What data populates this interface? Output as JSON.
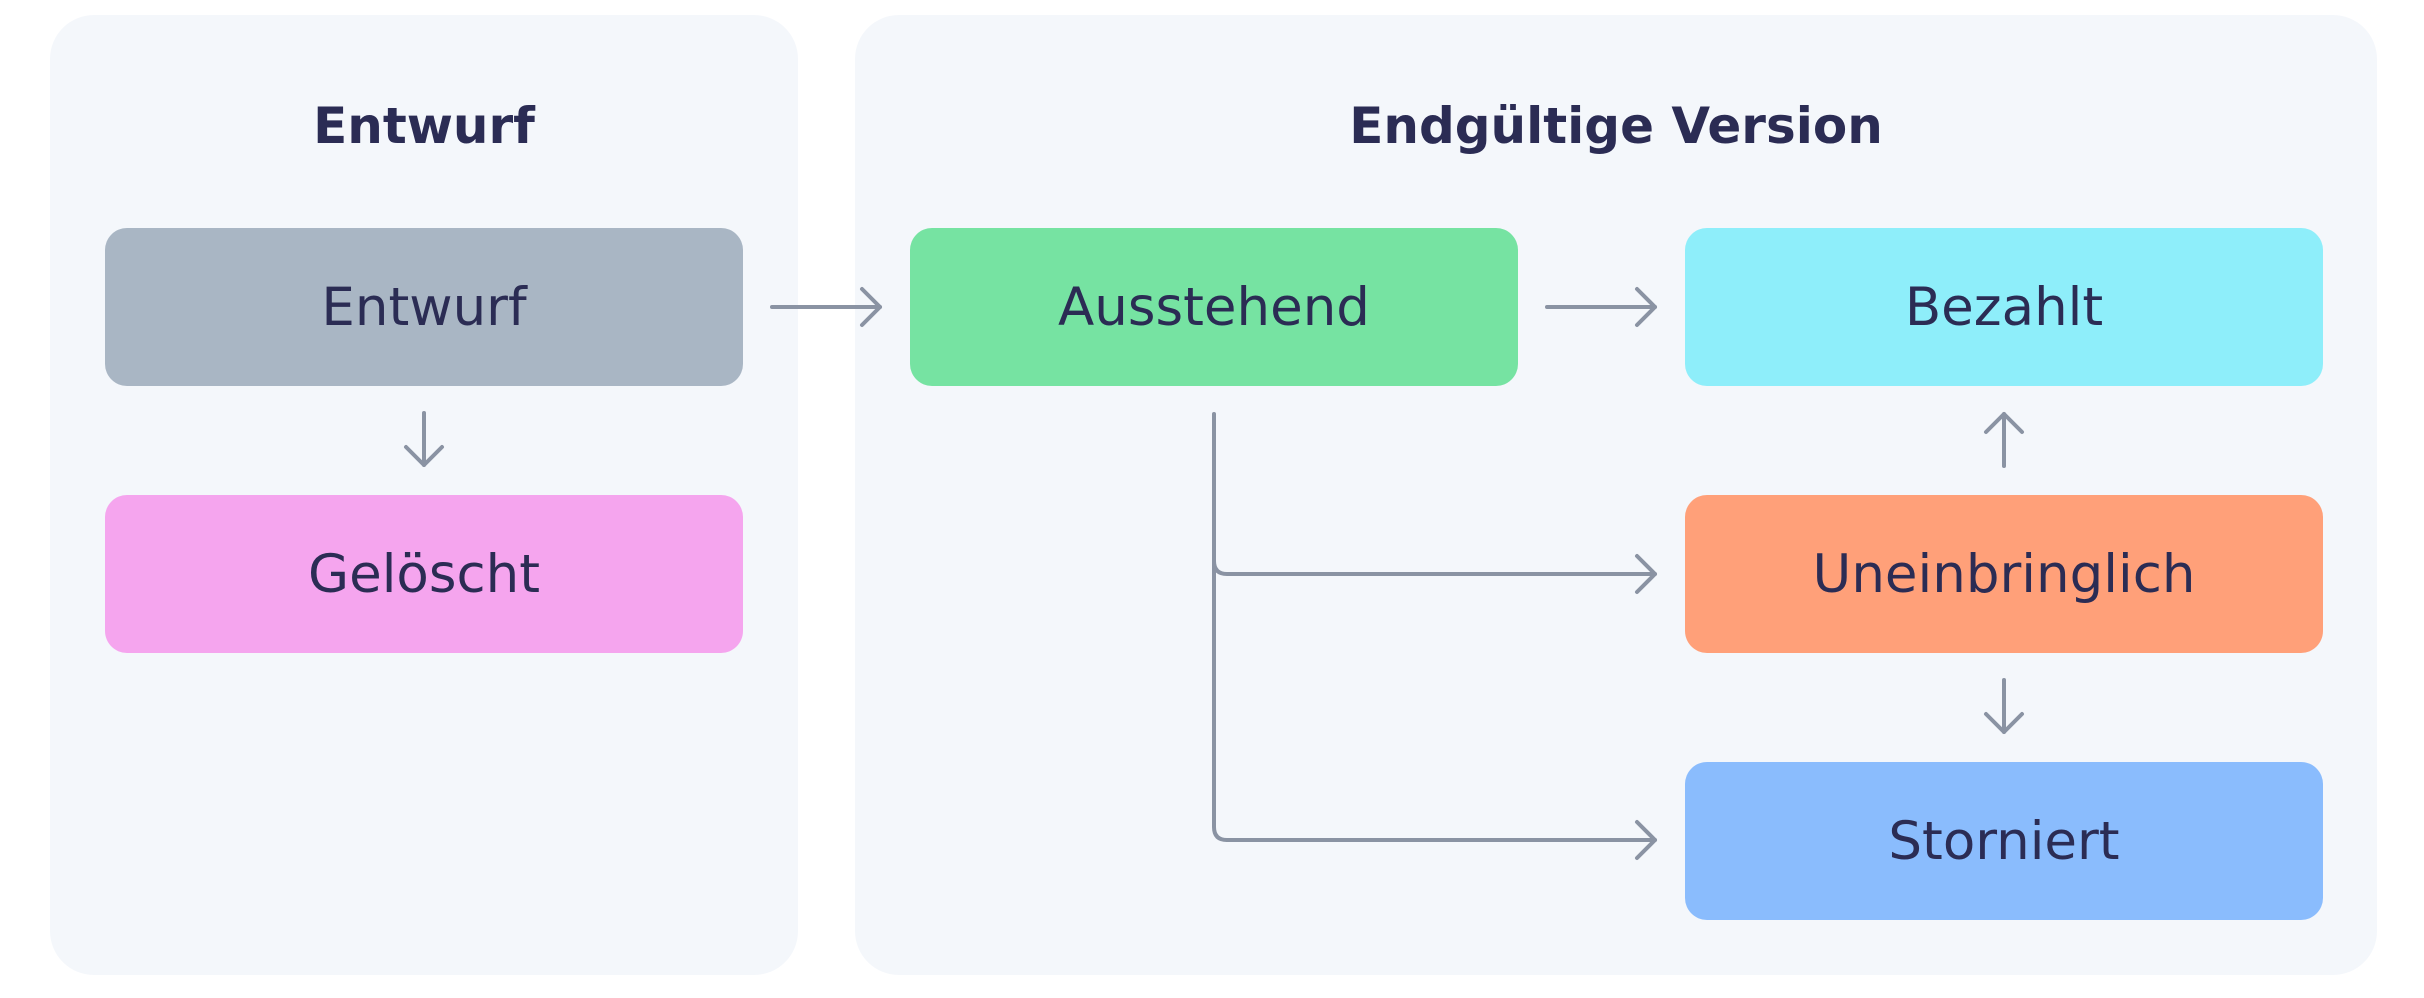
{
  "groups": {
    "draft": {
      "title": "Entwurf"
    },
    "final": {
      "title": "Endgültige Version"
    }
  },
  "nodes": {
    "draft": {
      "label": "Entwurf",
      "color": "#a9b6c4"
    },
    "deleted": {
      "label": "Gelöscht",
      "color": "#f5a5ee"
    },
    "pending": {
      "label": "Ausstehend",
      "color": "#76e3a2"
    },
    "paid": {
      "label": "Bezahlt",
      "color": "#8eeefa"
    },
    "uncollectible": {
      "label": "Uneinbringlich",
      "color": "#ffa079"
    },
    "canceled": {
      "label": "Storniert",
      "color": "#8abcfd"
    }
  },
  "edges": [
    {
      "from": "draft",
      "to": "deleted"
    },
    {
      "from": "draft",
      "to": "pending"
    },
    {
      "from": "pending",
      "to": "paid"
    },
    {
      "from": "pending",
      "to": "uncollectible"
    },
    {
      "from": "pending",
      "to": "canceled"
    },
    {
      "from": "uncollectible",
      "to": "paid"
    },
    {
      "from": "uncollectible",
      "to": "canceled"
    }
  ],
  "colors": {
    "panel": "#f4f7fb",
    "text": "#2b2c54",
    "arrow": "#8a93a3"
  }
}
